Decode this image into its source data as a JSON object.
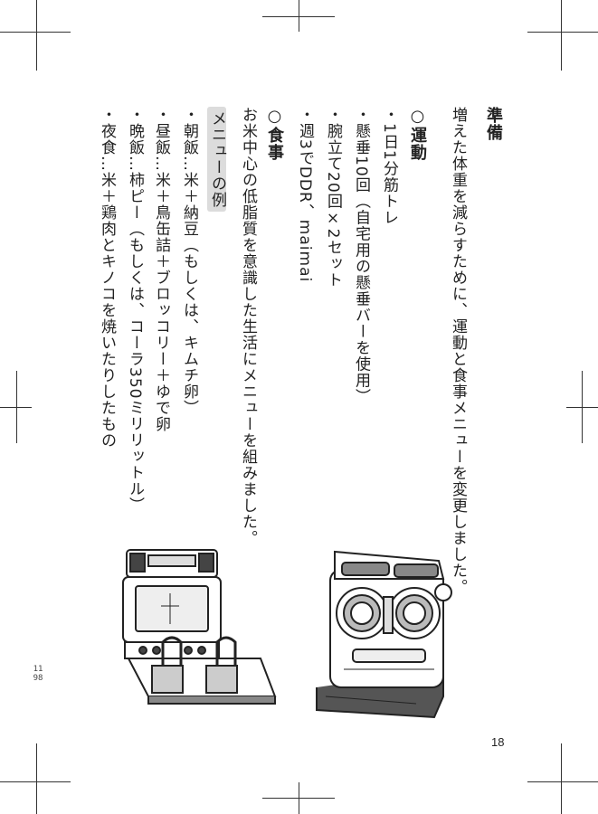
{
  "section": {
    "title": "準備",
    "intro": "増えた体重を減らすために、運動と食事メニューを変更しました。",
    "exercise": {
      "heading": "○運動",
      "items": [
        "・1日1分筋トレ",
        "・懸垂10回（自宅用の懸垂バーを使用）",
        "・腕立て20回×2セット",
        "・週3でDDR、maimai"
      ]
    },
    "food": {
      "heading": "○食事",
      "description": "お米中心の低脂質を意識した生活にメニューを組みました。",
      "menu_label": "メニューの例",
      "items": [
        "・朝飯…米＋納豆（もしくは、キムチ卵）",
        "・昼飯…米＋鳥缶詰＋ブロッコリー＋ゆで卵",
        "・晩飯…柿ピー（もしくは、コーラ350ミリリットル）",
        "・夜食…米＋鶏肉とキノコを焼いたりしたもの"
      ]
    }
  },
  "page_number": "18",
  "margin_note": "11 98",
  "illustrations": [
    "ddr-machine-illustration",
    "maimai-machine-illustration"
  ]
}
